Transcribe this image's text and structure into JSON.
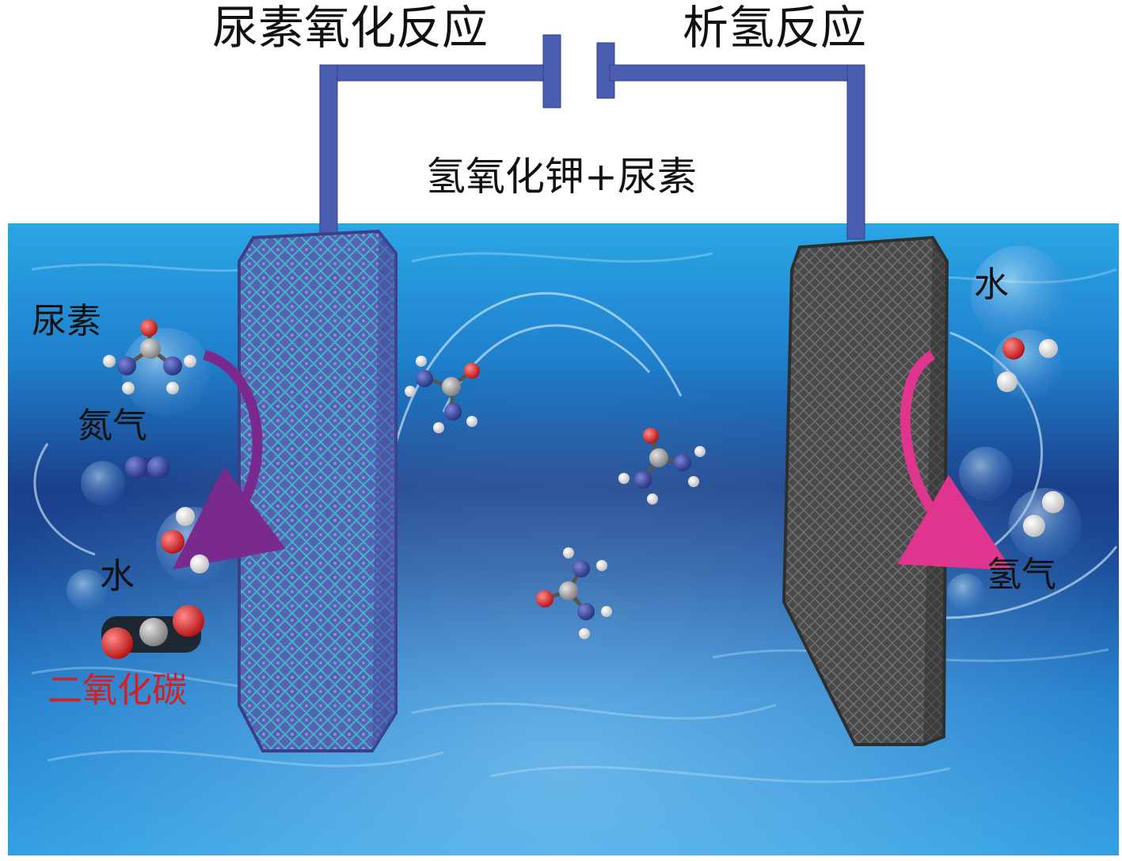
{
  "labels": {
    "anode_reaction": "尿素氧化反应",
    "cathode_reaction": "析氢反应",
    "electrolyte": "氢氧化钾+尿素",
    "urea": "尿素",
    "nitrogen": "氮气",
    "water_left": "水",
    "co2": "二氧化碳",
    "water_right": "水",
    "hydrogen": "氢气"
  },
  "colors": {
    "wire": "#4a5db0",
    "water_top": "#1a8fd6",
    "water_mid": "#1d4f9a",
    "water_bottom": "#1e7fd0",
    "anode": "#5a63b6",
    "anode_mesh": "#3fb3c9",
    "cathode": "#4b4b4b",
    "arrow_left": "#7a2a8c",
    "arrow_right": "#e0358f",
    "oxygen": "#d01818",
    "nitrogen_atom": "#2d3a8c",
    "carbon": "#9a9a9a",
    "hydrogen_atom": "#f2f2f2",
    "co2_label": "#d42020"
  }
}
